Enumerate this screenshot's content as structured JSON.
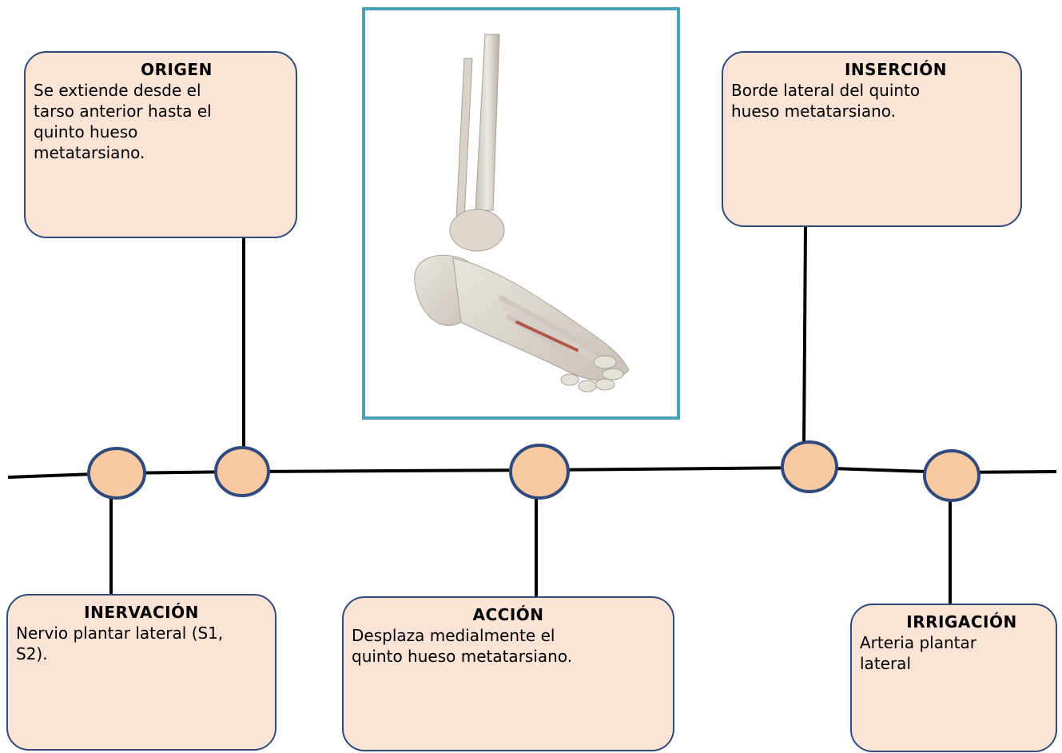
{
  "cards": {
    "origen": {
      "title": "ORIGEN",
      "body": "Se extiende desde el\ntarso anterior hasta el\nquinto hueso\nmetatarsiano."
    },
    "insercion": {
      "title": "INSERCIÓN",
      "body": "Borde lateral del quinto\nhueso metatarsiano."
    },
    "inervacion": {
      "title": "INERVACIÓN",
      "body": "Nervio plantar lateral (S1,\nS2)."
    },
    "accion": {
      "title": "ACCIÓN",
      "body": "Desplaza medialmente el\nquinto hueso metatarsiano."
    },
    "irrigacion": {
      "title": "IRRIGACIÓN",
      "body": "Arteria plantar\nlateral"
    }
  },
  "colors": {
    "card_fill": "#fbe4d5",
    "card_border": "#2f4a7c",
    "node_fill": "#f9c9a1",
    "line": "#000000",
    "image_frame": "#4aa3b5"
  },
  "image": {
    "subject": "foot-skeleton-lateral-view-icon"
  }
}
